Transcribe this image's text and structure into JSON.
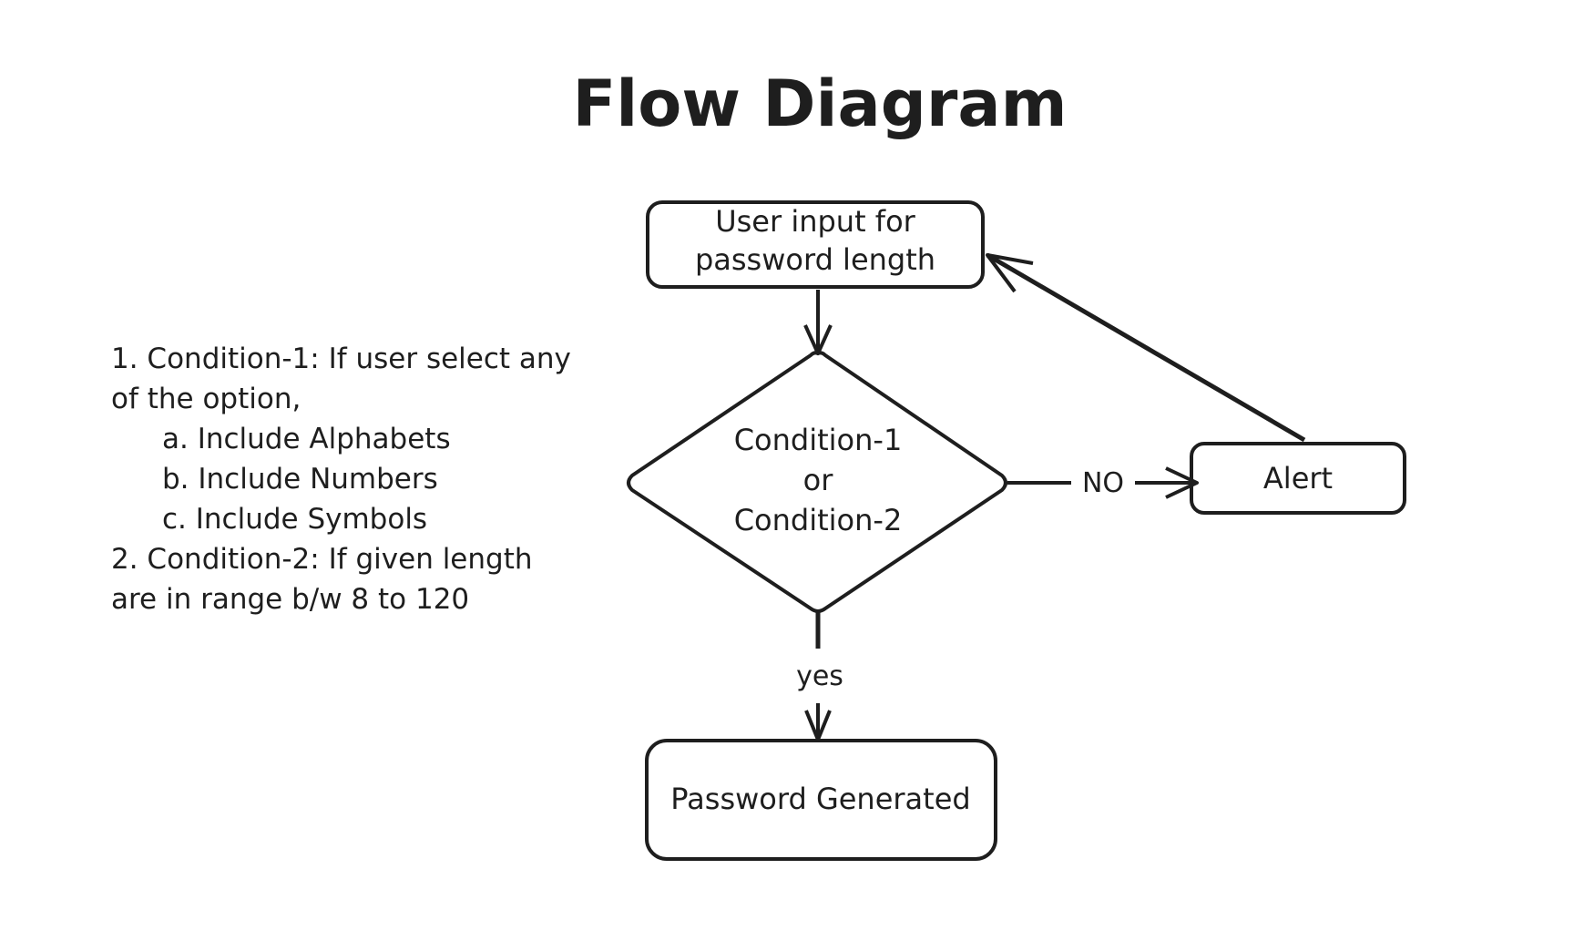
{
  "title": "Flow Diagram",
  "nodes": {
    "input": {
      "line1": "User input for",
      "line2": "password length"
    },
    "decision": {
      "line1": "Condition-1",
      "line2": "or",
      "line3": "Condition-2"
    },
    "alert": {
      "label": "Alert"
    },
    "output": {
      "label": "Password Generated"
    }
  },
  "edges": {
    "no_label": "NO",
    "yes_label": "yes"
  },
  "notes": {
    "item1_a": "1. Condition-1: If user select any",
    "item1_b": "of the option,",
    "sub_a": "a. Include Alphabets",
    "sub_b": "b. Include Numbers",
    "sub_c": "c. Include Symbols",
    "item2_a": "2. Condition-2: If given length",
    "item2_b": "are in range b/w 8 to 120"
  },
  "colors": {
    "stroke": "#1e1e1e",
    "background": "#ffffff"
  }
}
